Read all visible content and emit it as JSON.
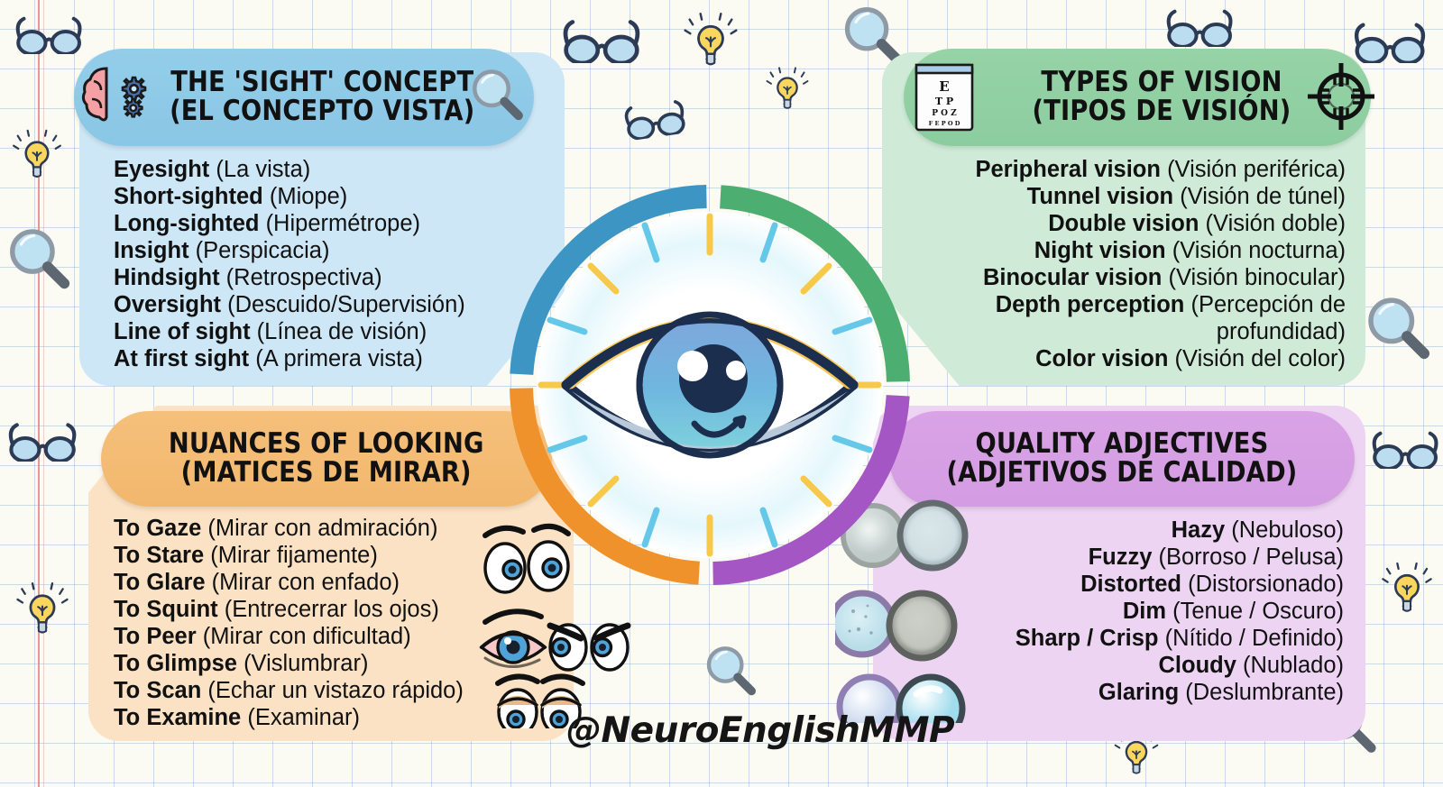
{
  "background": {
    "paper": "graph-paper",
    "margin_line_color": "#DE7878",
    "doodles": [
      "glasses-icon",
      "lightbulb-icon",
      "magnifier-icon"
    ]
  },
  "center": {
    "graphic": "stylized-eye-with-rays",
    "ring_colors": {
      "top_left": "#3D95C4",
      "top_right": "#4CAE70",
      "bottom_left": "#F0922B",
      "bottom_right": "#A356C4"
    },
    "ray_colors": [
      "#F7C94B",
      "#66C8E8"
    ]
  },
  "panels": [
    {
      "id": "sight-concept",
      "accent": "#3D95C4",
      "body_color": "#CDE7F6",
      "head_color": "#8AC7E6",
      "icons": [
        "brain-gears-icon",
        "magnifier-icon"
      ],
      "title_en": "THE 'SIGHT' CONCEPT",
      "title_es": "(EL CONCEPTO VISTA)",
      "align": "left",
      "entries": [
        {
          "term": "Eyesight",
          "translation": "(La vista)"
        },
        {
          "term": "Short-sighted",
          "translation": "(Miope)"
        },
        {
          "term": "Long-sighted",
          "translation": "(Hipermétrope)"
        },
        {
          "term": "Insight",
          "translation": "(Perspicacia)"
        },
        {
          "term": "Hindsight",
          "translation": "(Retrospectiva)"
        },
        {
          "term": "Oversight",
          "translation": "(Descuido/Supervisión)"
        },
        {
          "term": "Line of sight",
          "translation": "(Línea de visión)"
        },
        {
          "term": "At first sight",
          "translation": "(A primera vista)"
        }
      ]
    },
    {
      "id": "types-of-vision",
      "accent": "#4CAE70",
      "body_color": "#CFEBD7",
      "head_color": "#8CCD9F",
      "icons": [
        "eye-chart-icon",
        "crosshair-target-icon"
      ],
      "eye_chart_rows": [
        "E",
        "T P",
        "P O Z",
        "F E P O D"
      ],
      "title_en": "TYPES OF VISION",
      "title_es": "(TIPOS DE VISIÓN)",
      "align": "right",
      "entries": [
        {
          "term": "Peripheral vision",
          "translation": "(Visión periférica)"
        },
        {
          "term": "Tunnel vision",
          "translation": "(Visión de túnel)"
        },
        {
          "term": "Double vision",
          "translation": "(Visión doble)"
        },
        {
          "term": "Night vision",
          "translation": "(Visión nocturna)"
        },
        {
          "term": "Binocular vision",
          "translation": "(Visión binocular)"
        },
        {
          "term": "Depth perception",
          "translation": "(Percepción de"
        },
        {
          "term": "",
          "translation": "profundidad)"
        },
        {
          "term": "Color vision",
          "translation": "(Visión del color)"
        }
      ]
    },
    {
      "id": "nuances-of-looking",
      "accent": "#F0922B",
      "body_color": "#FBE2C4",
      "head_color": "#F2B76D",
      "icons": [
        "cartoon-eyes-icon"
      ],
      "title_en": "NUANCES OF LOOKING",
      "title_es": "(MATICES DE MIRAR)",
      "align": "left",
      "entries": [
        {
          "term": "To Gaze",
          "translation": "(Mirar con admiración)"
        },
        {
          "term": "To Stare",
          "translation": "(Mirar fijamente)"
        },
        {
          "term": "To Glare",
          "translation": "(Mirar con enfado)"
        },
        {
          "term": "To Squint",
          "translation": "(Entrecerrar los ojos)"
        },
        {
          "term": "To Peer",
          "translation": "(Mirar con dificultad)"
        },
        {
          "term": "To Glimpse",
          "translation": "(Vislumbrar)"
        },
        {
          "term": "To Scan",
          "translation": "(Echar un vistazo rápido)"
        },
        {
          "term": "To Examine",
          "translation": "(Examinar)"
        }
      ]
    },
    {
      "id": "quality-adjectives",
      "accent": "#A356C4",
      "body_color": "#EED4F3",
      "head_color": "#D49CE2",
      "icons": [
        "lens-discs-icon"
      ],
      "title_en": "QUALITY ADJECTIVES",
      "title_es": "(ADJETIVOS DE CALIDAD)",
      "align": "right",
      "entries": [
        {
          "term": "Hazy",
          "translation": "(Nebuloso)"
        },
        {
          "term": "Fuzzy",
          "translation": "(Borroso / Pelusa)"
        },
        {
          "term": "Distorted",
          "translation": "(Distorsionado)"
        },
        {
          "term": "Dim",
          "translation": "(Tenue / Oscuro)"
        },
        {
          "term": "Sharp / Crisp",
          "translation": "(Nítido / Definido)"
        },
        {
          "term": "Cloudy",
          "translation": "(Nublado)"
        },
        {
          "term": "Glaring",
          "translation": "(Deslumbrante)"
        }
      ]
    }
  ],
  "credit": {
    "handle": "@NeuroEnglishMMP"
  }
}
